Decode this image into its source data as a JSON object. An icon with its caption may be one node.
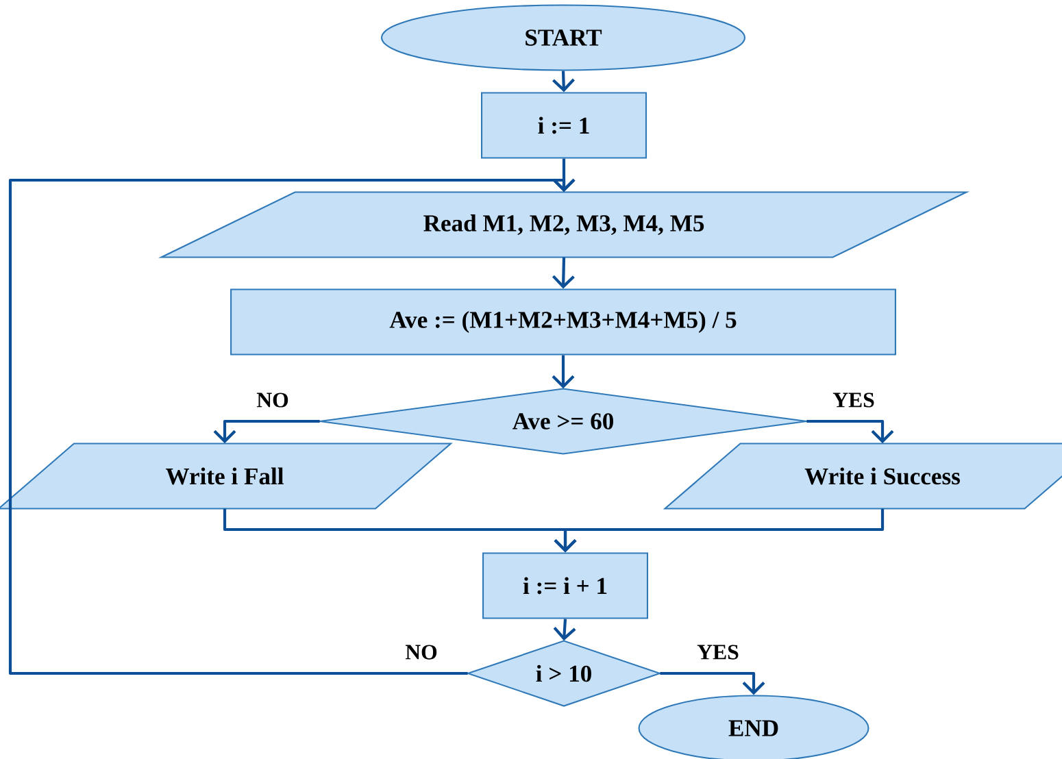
{
  "diagram": {
    "nodes": [
      {
        "text": [
          "START"
        ]
      },
      {
        "text": [
          "i := 1"
        ]
      },
      {
        "text": [
          "Read M1, M2, M3, M4, M5"
        ]
      },
      {
        "text": [
          "Ave := (M1+M2+M3+M4+M5) / 5"
        ]
      },
      {
        "text": [
          "Ave >= 60"
        ]
      },
      {
        "text": [
          "Write i Fall"
        ]
      },
      {
        "text": [
          "Write i Success"
        ]
      },
      {
        "text": [
          "i := i + 1"
        ]
      },
      {
        "text": [
          "i > 10"
        ]
      },
      {
        "text": [
          "END"
        ]
      }
    ],
    "edges": [
      {
        "from": 0,
        "to": 1,
        "arrow": "to"
      },
      {
        "from": 1,
        "to": 2,
        "arrow": "to"
      },
      {
        "from": 2,
        "to": 3,
        "arrow": "to"
      },
      {
        "from": 3,
        "to": 4,
        "arrow": "to"
      },
      {
        "from": 4,
        "to": 5,
        "arrow": "to",
        "label": "NO"
      },
      {
        "from": 4,
        "to": 6,
        "arrow": "to",
        "label": "YES"
      },
      {
        "from": 5,
        "to": 7,
        "arrow": "to"
      },
      {
        "from": 6,
        "to": 7,
        "arrow": "to"
      },
      {
        "from": 7,
        "to": 8,
        "arrow": "to"
      },
      {
        "from": 8,
        "to": 2,
        "arrow": "to",
        "label": "NO"
      },
      {
        "from": 8,
        "to": 9,
        "arrow": "to",
        "label": "YES"
      }
    ]
  }
}
